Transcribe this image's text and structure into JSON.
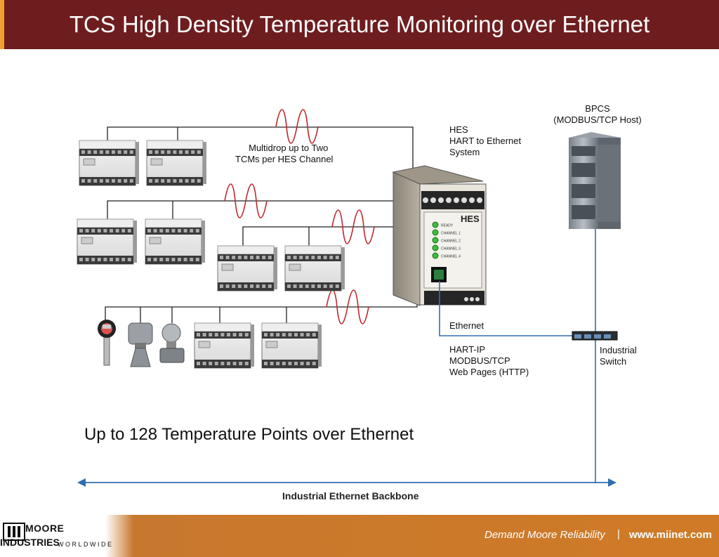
{
  "title": "TCS High Density Temperature Monitoring over Ethernet",
  "labels": {
    "multidrop": [
      "Multidrop up to Two",
      "TCMs per HES Channel"
    ],
    "hes": [
      "HES",
      "HART to Ethernet",
      "System"
    ],
    "bpcs": [
      "BPCS",
      "(MODBUS/TCP Host)"
    ],
    "ethernet": "Ethernet",
    "protocols": [
      "HART-IP",
      "MODBUS/TCP",
      "Web Pages (HTTP)"
    ],
    "switch": [
      "Industrial",
      "Switch"
    ]
  },
  "device": {
    "brand": "HES",
    "leds": [
      "READY",
      "CHANNEL 1",
      "CHANNEL 2",
      "CHANNEL 3",
      "CHANNEL 4"
    ]
  },
  "headline": "Up to 128 Temperature Points over Ethernet",
  "backbone_label": "Industrial Ethernet Backbone",
  "footer": {
    "logo_line1": "MOORE",
    "logo_line2": "INDUSTRIES",
    "logo_line3": "WORLDWIDE",
    "tagline": "Demand Moore Reliability",
    "separator": "|",
    "url": "www.miinet.com"
  },
  "colors": {
    "title_bar": "#6e1d1f",
    "footer": "#cf7a26",
    "wave": "#c0272d",
    "network_line": "#2e6fb0"
  }
}
